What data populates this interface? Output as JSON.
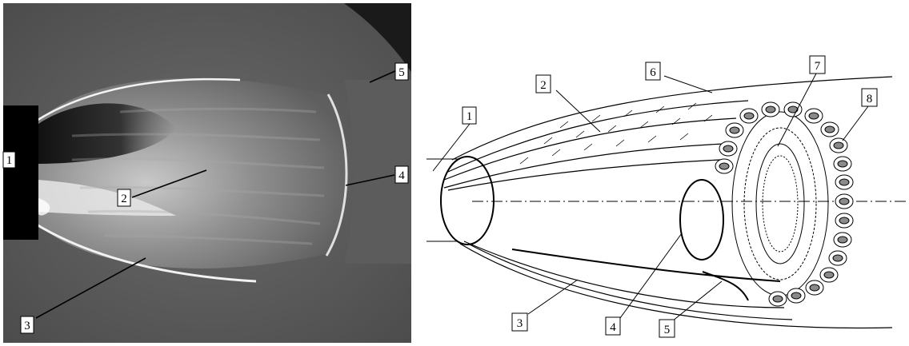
{
  "left_figure": {
    "labels": [
      {
        "id": "1",
        "text": "1"
      },
      {
        "id": "2",
        "text": "2"
      },
      {
        "id": "3",
        "text": "3"
      },
      {
        "id": "4",
        "text": "4"
      },
      {
        "id": "5",
        "text": "5"
      }
    ]
  },
  "right_figure": {
    "labels": [
      {
        "id": "1",
        "text": "1"
      },
      {
        "id": "2",
        "text": "2"
      },
      {
        "id": "3",
        "text": "3"
      },
      {
        "id": "4",
        "text": "4"
      },
      {
        "id": "5",
        "text": "5"
      },
      {
        "id": "6",
        "text": "6"
      },
      {
        "id": "7",
        "text": "7"
      },
      {
        "id": "8",
        "text": "8"
      }
    ]
  },
  "colors": {
    "photo_background": "#5a5a5a",
    "shock_light": "#e8e8e8",
    "body_black": "#000000",
    "diagram_line": "#000000",
    "cell_fill": "#8a8a8a"
  }
}
